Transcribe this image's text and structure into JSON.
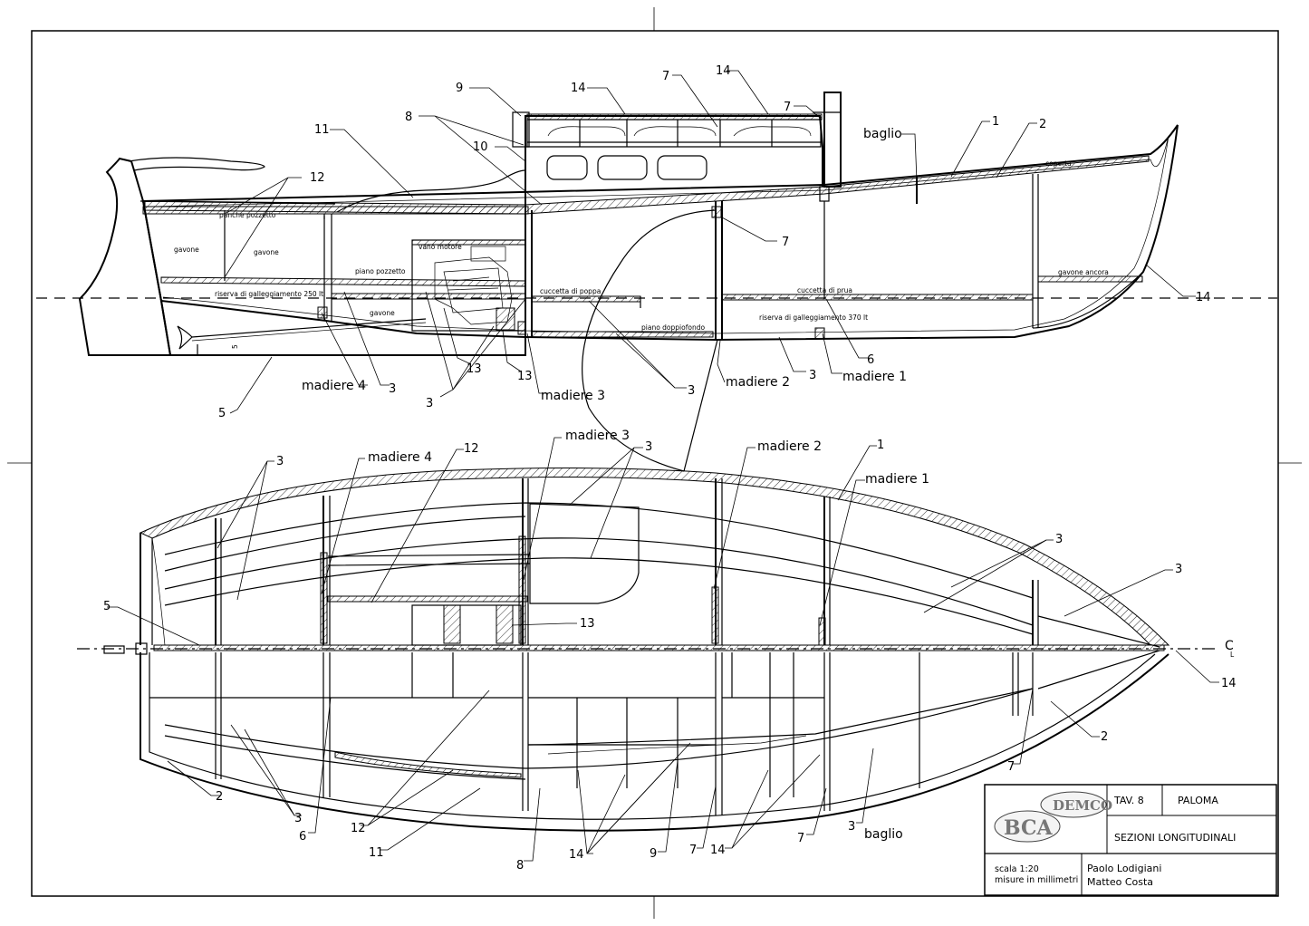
{
  "title_block": {
    "sheet": "TAV. 8",
    "boat_name": "PALOMA",
    "drawing_title": "SEZIONI LONGITUDINALI",
    "scale": "scala 1:20",
    "units": "misure in millimetri",
    "author_1": "Paolo Lodigiani",
    "author_2": "Matteo Costa",
    "logo_text_1": "BCA",
    "logo_text_2": "DEMCO"
  },
  "profile_view": {
    "callouts": {
      "c9": "9",
      "c8": "8",
      "c10": "10",
      "c11": "11",
      "c12": "12",
      "c14a": "14",
      "c7a": "7",
      "c14b": "14",
      "c7b": "7",
      "baglio": "baglio",
      "c1": "1",
      "c2": "2",
      "c7c": "7",
      "c14c": "14",
      "c6": "6",
      "madiere1": "madiere 1",
      "c3a": "3",
      "madiere2": "madiere 2",
      "c3b": "3",
      "madiere3": "madiere 3",
      "c13a": "13",
      "c13b": "13",
      "c3c": "3",
      "madiere4": "madiere 4",
      "c3d": "3",
      "c5": "5"
    },
    "inner_labels": {
      "panche_pozzetto": "panche pozzetto",
      "gavone_1": "gavone",
      "gavone_2": "gavone",
      "piano_pozzetto": "piano pozzetto",
      "vano_motore": "vano motore",
      "riserva_250": "riserva di galleggiamento 250 lt",
      "gavone_3": "gavone",
      "cuccetta_poppa": "cuccetta di poppa",
      "piano_doppiofondo": "piano doppiofondo",
      "cuccetta_prua": "cuccetta di prua",
      "riserva_370": "riserva di galleggiamento 370 lt",
      "gavone_ancora": "gavone ancora",
      "coperta": "coperta",
      "dim_5": "5"
    }
  },
  "plan_view": {
    "callouts": {
      "c3a": "3",
      "madiere4": "madiere 4",
      "c12a": "12",
      "madiere3": "madiere 3",
      "c3b": "3",
      "madiere2": "madiere 2",
      "c1": "1",
      "madiere1": "madiere 1",
      "c3c": "3",
      "c3d": "3",
      "c5": "5",
      "c13": "13",
      "cl": "C",
      "cl_sub": "L",
      "c14a": "14",
      "c2a": "2",
      "c7a": "7",
      "c2b": "2",
      "c3e": "3",
      "c6": "6",
      "c12b": "12",
      "c11": "11",
      "c8": "8",
      "c14b": "14",
      "c9": "9",
      "c7b": "7",
      "c14c": "14",
      "c7c": "7",
      "c3f": "3",
      "baglio": "baglio"
    }
  }
}
